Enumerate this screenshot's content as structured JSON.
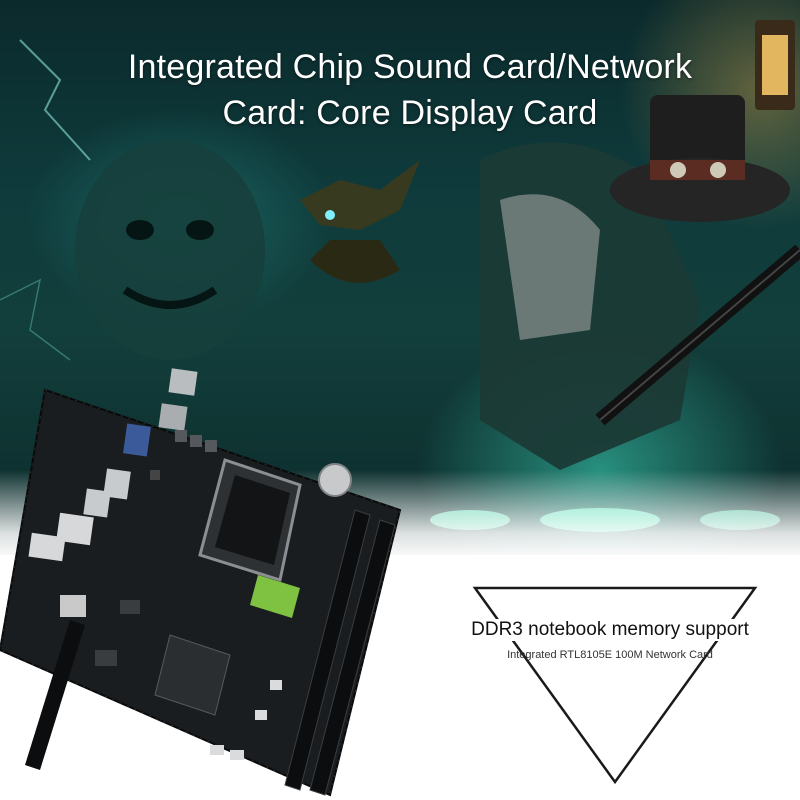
{
  "headline": {
    "line1": "Integrated Chip Sound Card/Network",
    "line2": "Card: Core Display Card"
  },
  "spec": {
    "title": "DDR3 notebook memory support",
    "subtitle": "Integrated RTL8105E 100M Network Card"
  },
  "colors": {
    "scene_dark": "#0b2a2c",
    "scene_glow": "#3cdcbe",
    "board": "#1a1d1f",
    "board_green_label": "#7fc241",
    "text_dark": "#111111"
  }
}
